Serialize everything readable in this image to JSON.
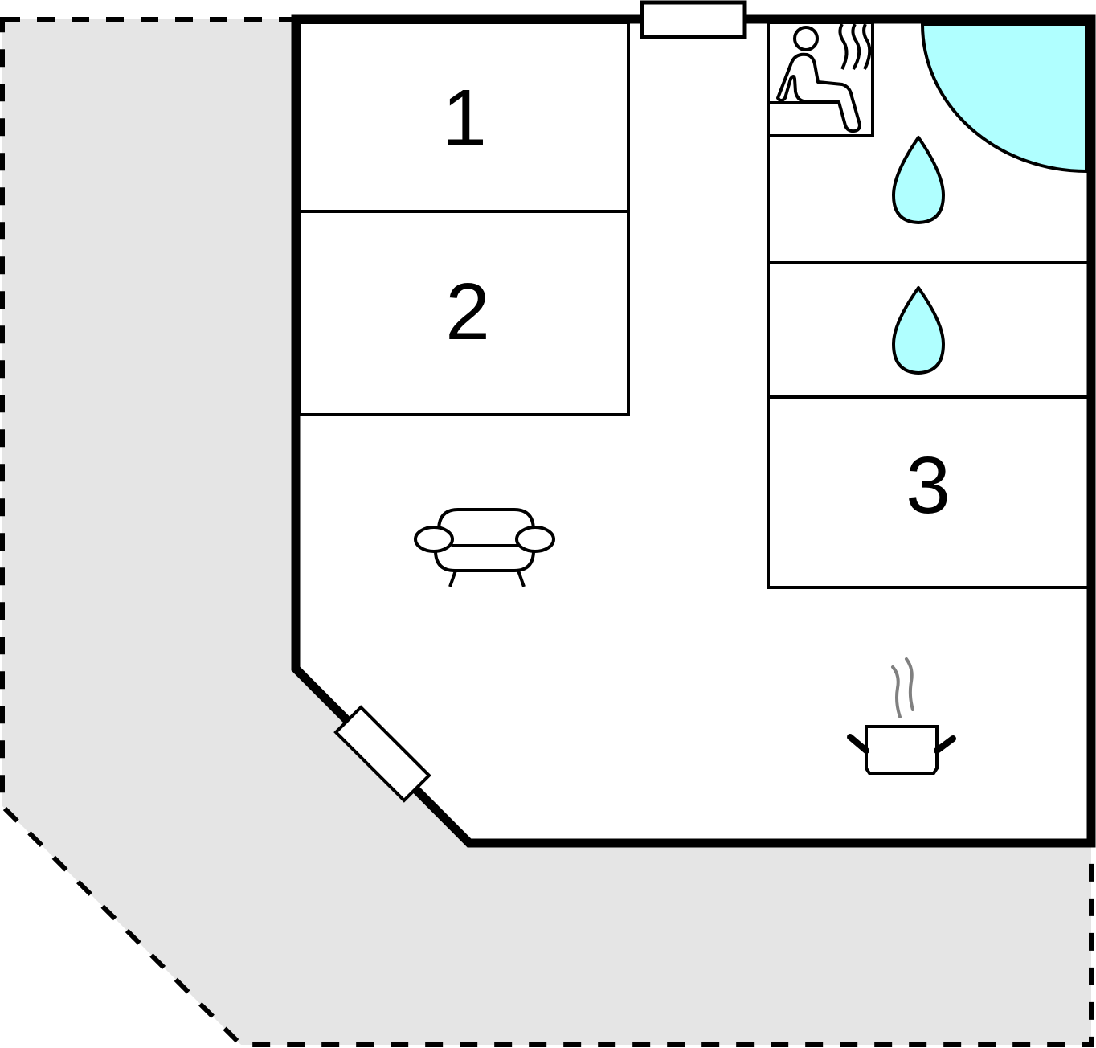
{
  "diagram": {
    "type": "floor-plan",
    "colors": {
      "terrace_fill": "#e5e5e5",
      "interior_fill": "#ffffff",
      "wall": "#000000",
      "water": "#b0ffff",
      "steam": "#808080"
    },
    "rooms": [
      {
        "id": "bedroom-1",
        "label": "1",
        "type": "bedroom"
      },
      {
        "id": "bedroom-2",
        "label": "2",
        "type": "bedroom"
      },
      {
        "id": "bedroom-3",
        "label": "3",
        "type": "bedroom"
      },
      {
        "id": "sauna",
        "label": "",
        "type": "sauna",
        "icon": "sauna-icon"
      },
      {
        "id": "bathroom-1",
        "label": "",
        "type": "bathroom",
        "icon": "water-drop-icon"
      },
      {
        "id": "bathroom-2",
        "label": "",
        "type": "bathroom",
        "icon": "water-drop-icon"
      },
      {
        "id": "whirlpool",
        "label": "",
        "type": "pool",
        "icon": "pool-quarter-circle"
      },
      {
        "id": "living-room",
        "label": "",
        "type": "living",
        "icon": "sofa-icon"
      },
      {
        "id": "kitchen",
        "label": "",
        "type": "kitchen",
        "icon": "cooking-pot-icon"
      }
    ],
    "openings": [
      {
        "id": "top-window",
        "type": "window"
      },
      {
        "id": "diagonal-door",
        "type": "door"
      }
    ],
    "terrace": {
      "type": "outdoor-terrace",
      "border": "dashed"
    }
  }
}
